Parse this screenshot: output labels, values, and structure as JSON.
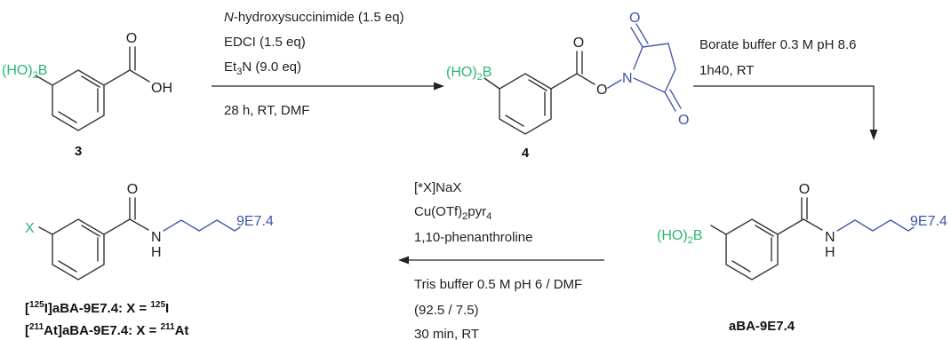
{
  "colors": {
    "boronic": "#2bb673",
    "blue": "#3d55a8",
    "black": "#222222",
    "bond": "#333333"
  },
  "compound3": {
    "label": "3",
    "boron_group": "(HO)",
    "boron_sub": "2",
    "boron_atom": "B",
    "oxygen": "O",
    "hydroxyl": "OH"
  },
  "step1": {
    "reagent1_italic": "N",
    "reagent1_rest": "-hydroxysuccinimide (1.5 eq)",
    "reagent2": "EDCI (1.5 eq)",
    "reagent3_a": "Et",
    "reagent3_sub": "3",
    "reagent3_b": "N (9.0 eq)",
    "conditions": "28 h, RT, DMF"
  },
  "compound4": {
    "label": "4",
    "boron_group": "(HO)",
    "boron_sub": "2",
    "boron_atom": "B",
    "o_carbonyl": "O",
    "o_ester": "O",
    "n_atom": "N",
    "o_ring_top": "O",
    "o_ring_bottom": "O"
  },
  "step2": {
    "line1": "Borate buffer 0.3 M pH 8.6",
    "line2": "1h40, RT"
  },
  "compound_aBA": {
    "label": "aBA-9E7.4",
    "boron_group": "(HO)",
    "boron_sub": "2",
    "boron_atom": "B",
    "oxygen": "O",
    "n_atom": "N",
    "h_atom": "H",
    "antibody": "9E7.4"
  },
  "step3": {
    "line1": "[*X]NaX",
    "line2_a": "Cu(OTf)",
    "line2_sub1": "2",
    "line2_b": "pyr",
    "line2_sub2": "4",
    "line3": "1,10-phenanthroline",
    "line4": "Tris buffer 0.5 M pH 6 / DMF",
    "line5": "(92.5 / 7.5)",
    "line6": "30 min, RT"
  },
  "product": {
    "x_atom": "X",
    "oxygen": "O",
    "n_atom": "N",
    "h_atom": "H",
    "antibody": "9E7.4",
    "label1_iso": "125",
    "label1_el": "I",
    "label1_mid": "aBA-9E7.4: X = ",
    "label1_iso2": "125",
    "label1_el2": "I",
    "label2_iso": "211",
    "label2_el": "At",
    "label2_mid": "aBA-9E7.4: X = ",
    "label2_iso2": "211",
    "label2_el2": "At"
  }
}
